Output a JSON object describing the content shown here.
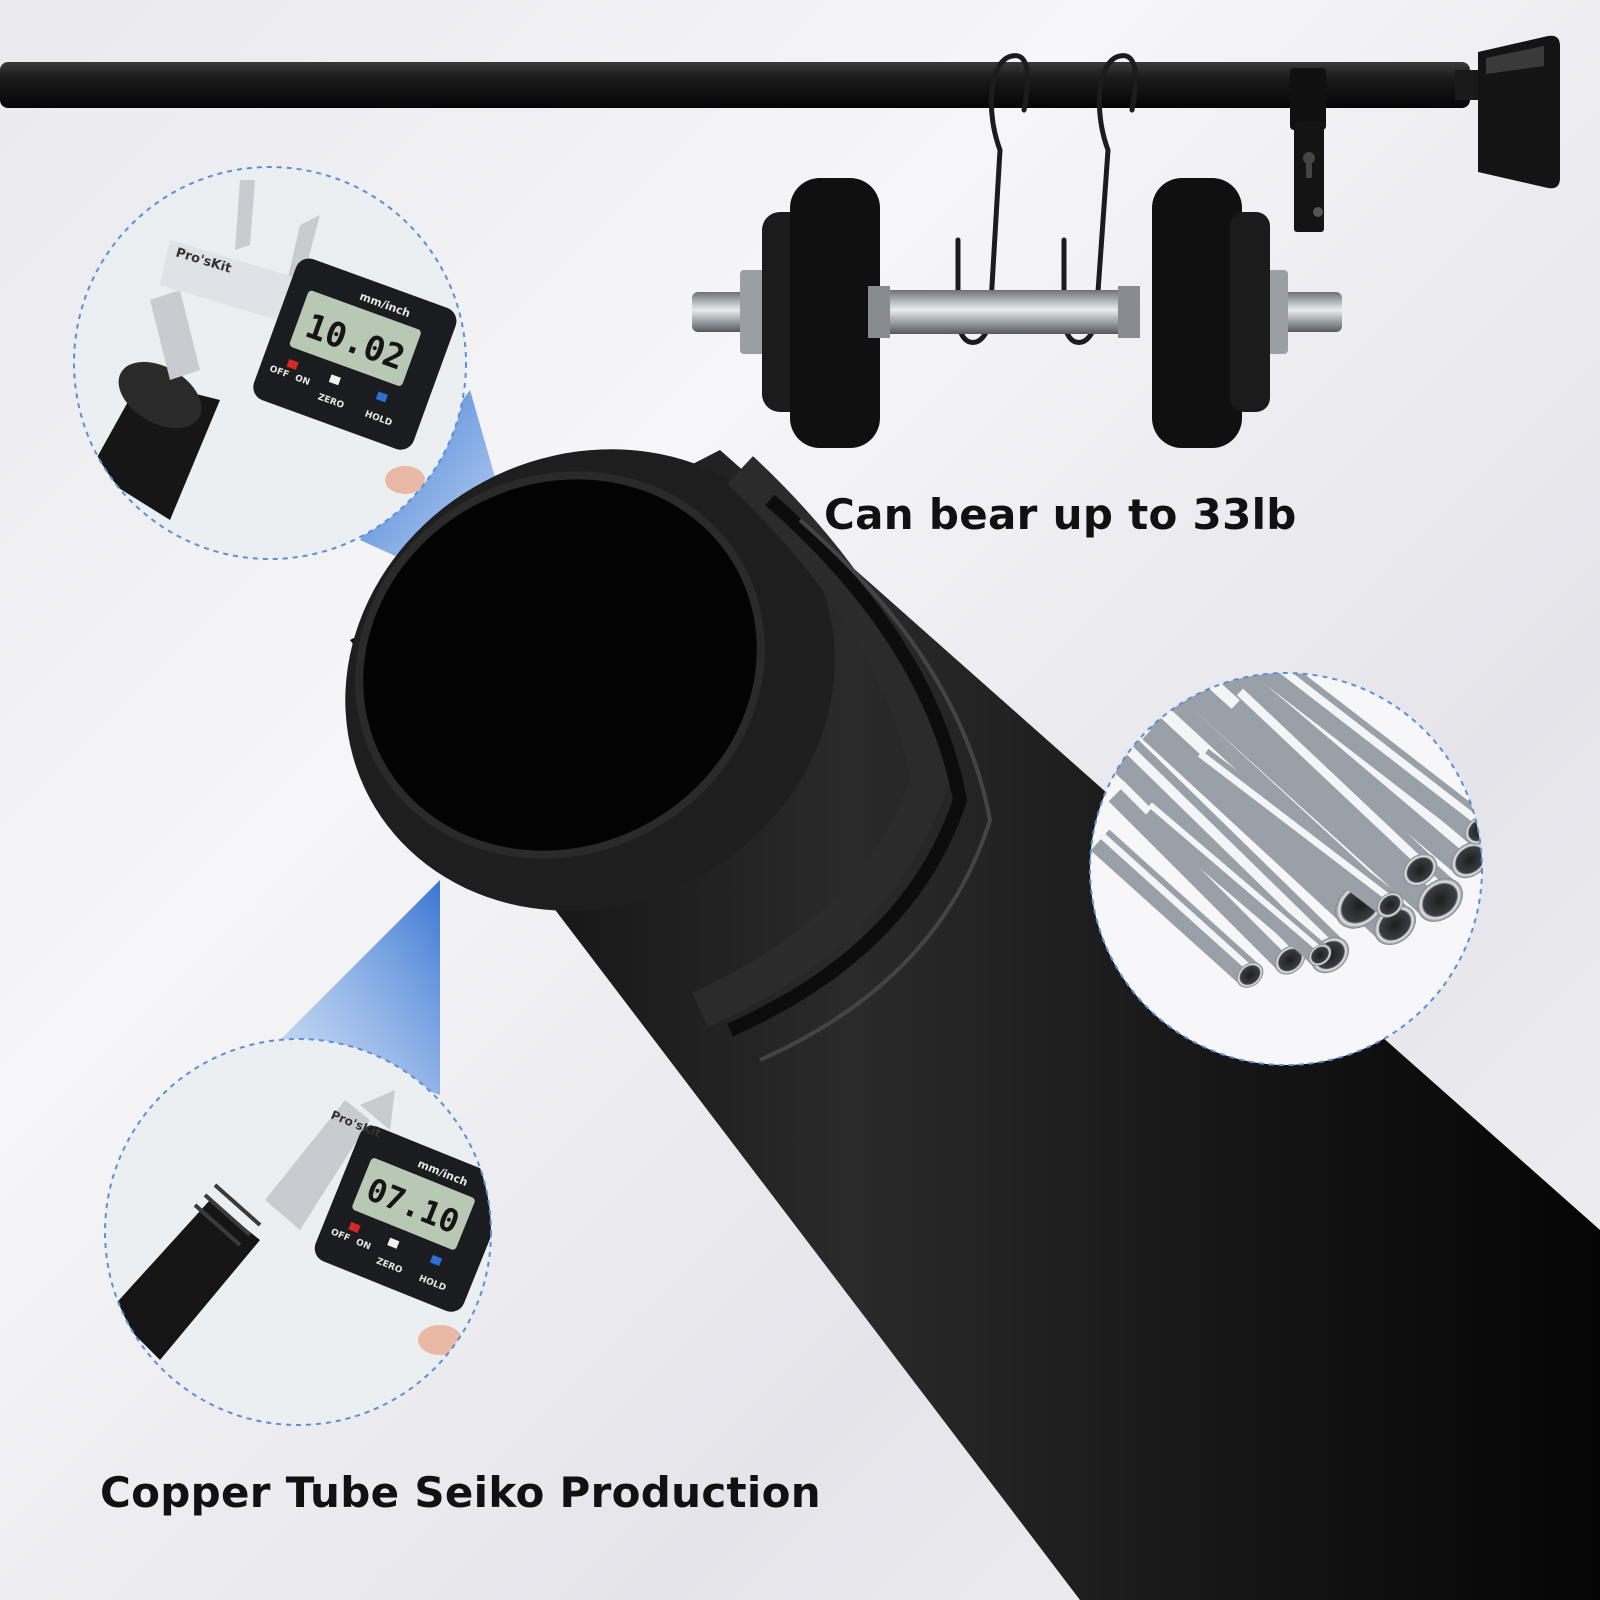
{
  "captions": {
    "load": "Can bear up to 33lb",
    "material": "Copper Tube Seiko Production"
  },
  "caliper_top": {
    "reading": "10.02",
    "brand": "Pro'sKit",
    "unit_label": "mm/inch",
    "off_label": "OFF",
    "on_label": "ON",
    "zero_label": "ZERO",
    "hold_label": "HOLD"
  },
  "caliper_bottom": {
    "reading": "07.10",
    "brand": "Pro'sKit",
    "unit_label": "mm/inch",
    "off_label": "OFF",
    "on_label": "ON",
    "zero_label": "ZERO",
    "hold_label": "HOLD"
  },
  "colors": {
    "rod": "#141414",
    "accent_blue": "#3a7bd5",
    "steel": "#b9bcc2",
    "lcd": "#b9c8b4"
  }
}
